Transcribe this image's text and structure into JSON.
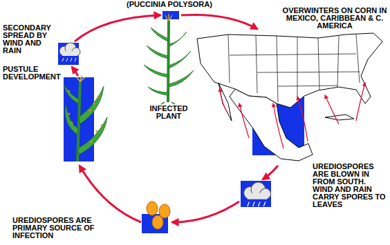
{
  "diagram": {
    "title": "(PUCCINIA POLYSORA)",
    "labels": [
      "SECONDARY SPREAD BY WIND AND RAIN",
      "OVERWINTERS ON CORN IN MEXICO, CARIBBEAN & C. AMERICA",
      "PUSTULE DEVELOPMENT",
      "INFECTED PLANT",
      "UREDIOSPORES ARE BLOWN IN FROM SOUTH. WIND AND RAIN CARRY SPORES TO LEAVES",
      "UREDIOSPORES ARE PRIMARY SOURCE OF INFECTION"
    ]
  }
}
